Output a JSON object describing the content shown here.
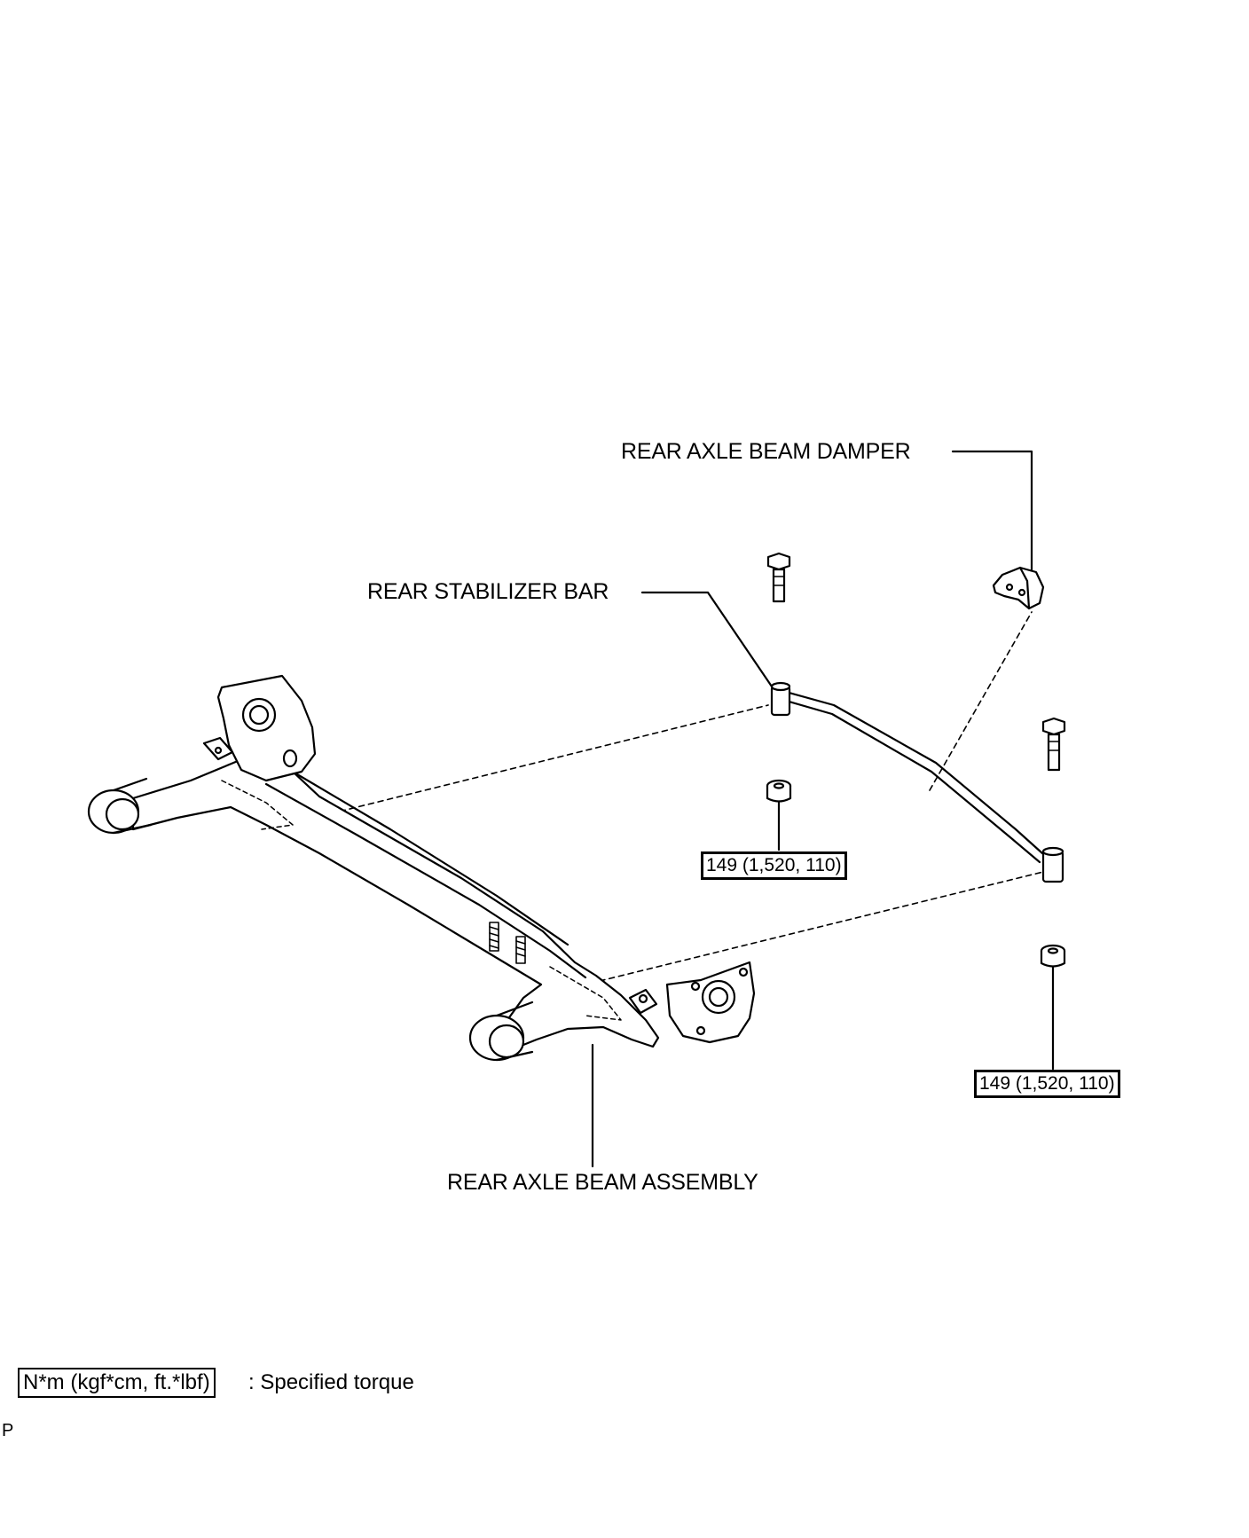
{
  "labels": {
    "damper": "REAR AXLE BEAM DAMPER",
    "stabilizer": "REAR STABILIZER BAR",
    "assembly": "REAR AXLE BEAM ASSEMBLY"
  },
  "torque_specs": [
    {
      "value": "149 (1,520, 110)"
    },
    {
      "value": "149 (1,520, 110)"
    }
  ],
  "legend": {
    "unit_box": "N*m (kgf*cm, ft.*lbf)",
    "text": ": Specified torque"
  },
  "corner_mark": "P"
}
